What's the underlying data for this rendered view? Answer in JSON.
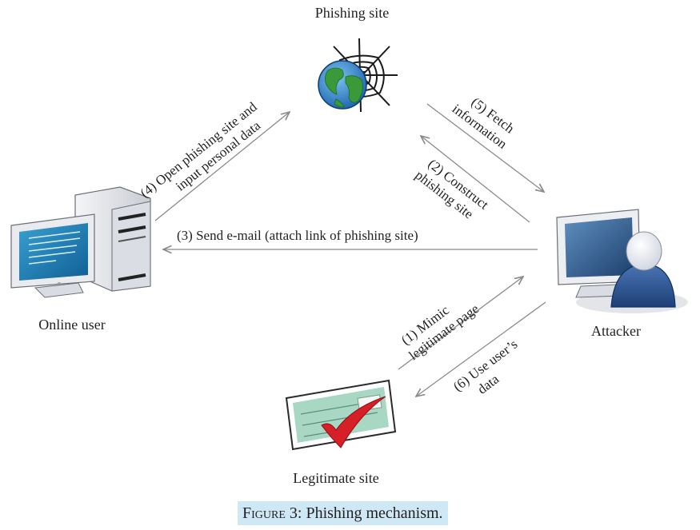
{
  "nodes": {
    "phishing_site": "Phishing site",
    "online_user": "Online user",
    "attacker": "Attacker",
    "legitimate_site": "Legitimate site"
  },
  "edges": {
    "e1": [
      "(1) Mimic",
      "legitimate page"
    ],
    "e2": [
      "(2) Construct",
      "phishing site"
    ],
    "e3": "(3) Send e-mail (attach link of phishing site)",
    "e4": [
      "(4) Open phishing site and",
      "input personal data"
    ],
    "e5": [
      "(5) Fetch",
      "information"
    ],
    "e6": [
      "(6) Use user’s",
      "data"
    ]
  },
  "caption": {
    "label": "Figure 3:",
    "text": "Phishing mechanism."
  },
  "colors": {
    "arrow": "#8a8a8a",
    "caption_bg": "#cfe8f6",
    "text": "#231f20"
  }
}
